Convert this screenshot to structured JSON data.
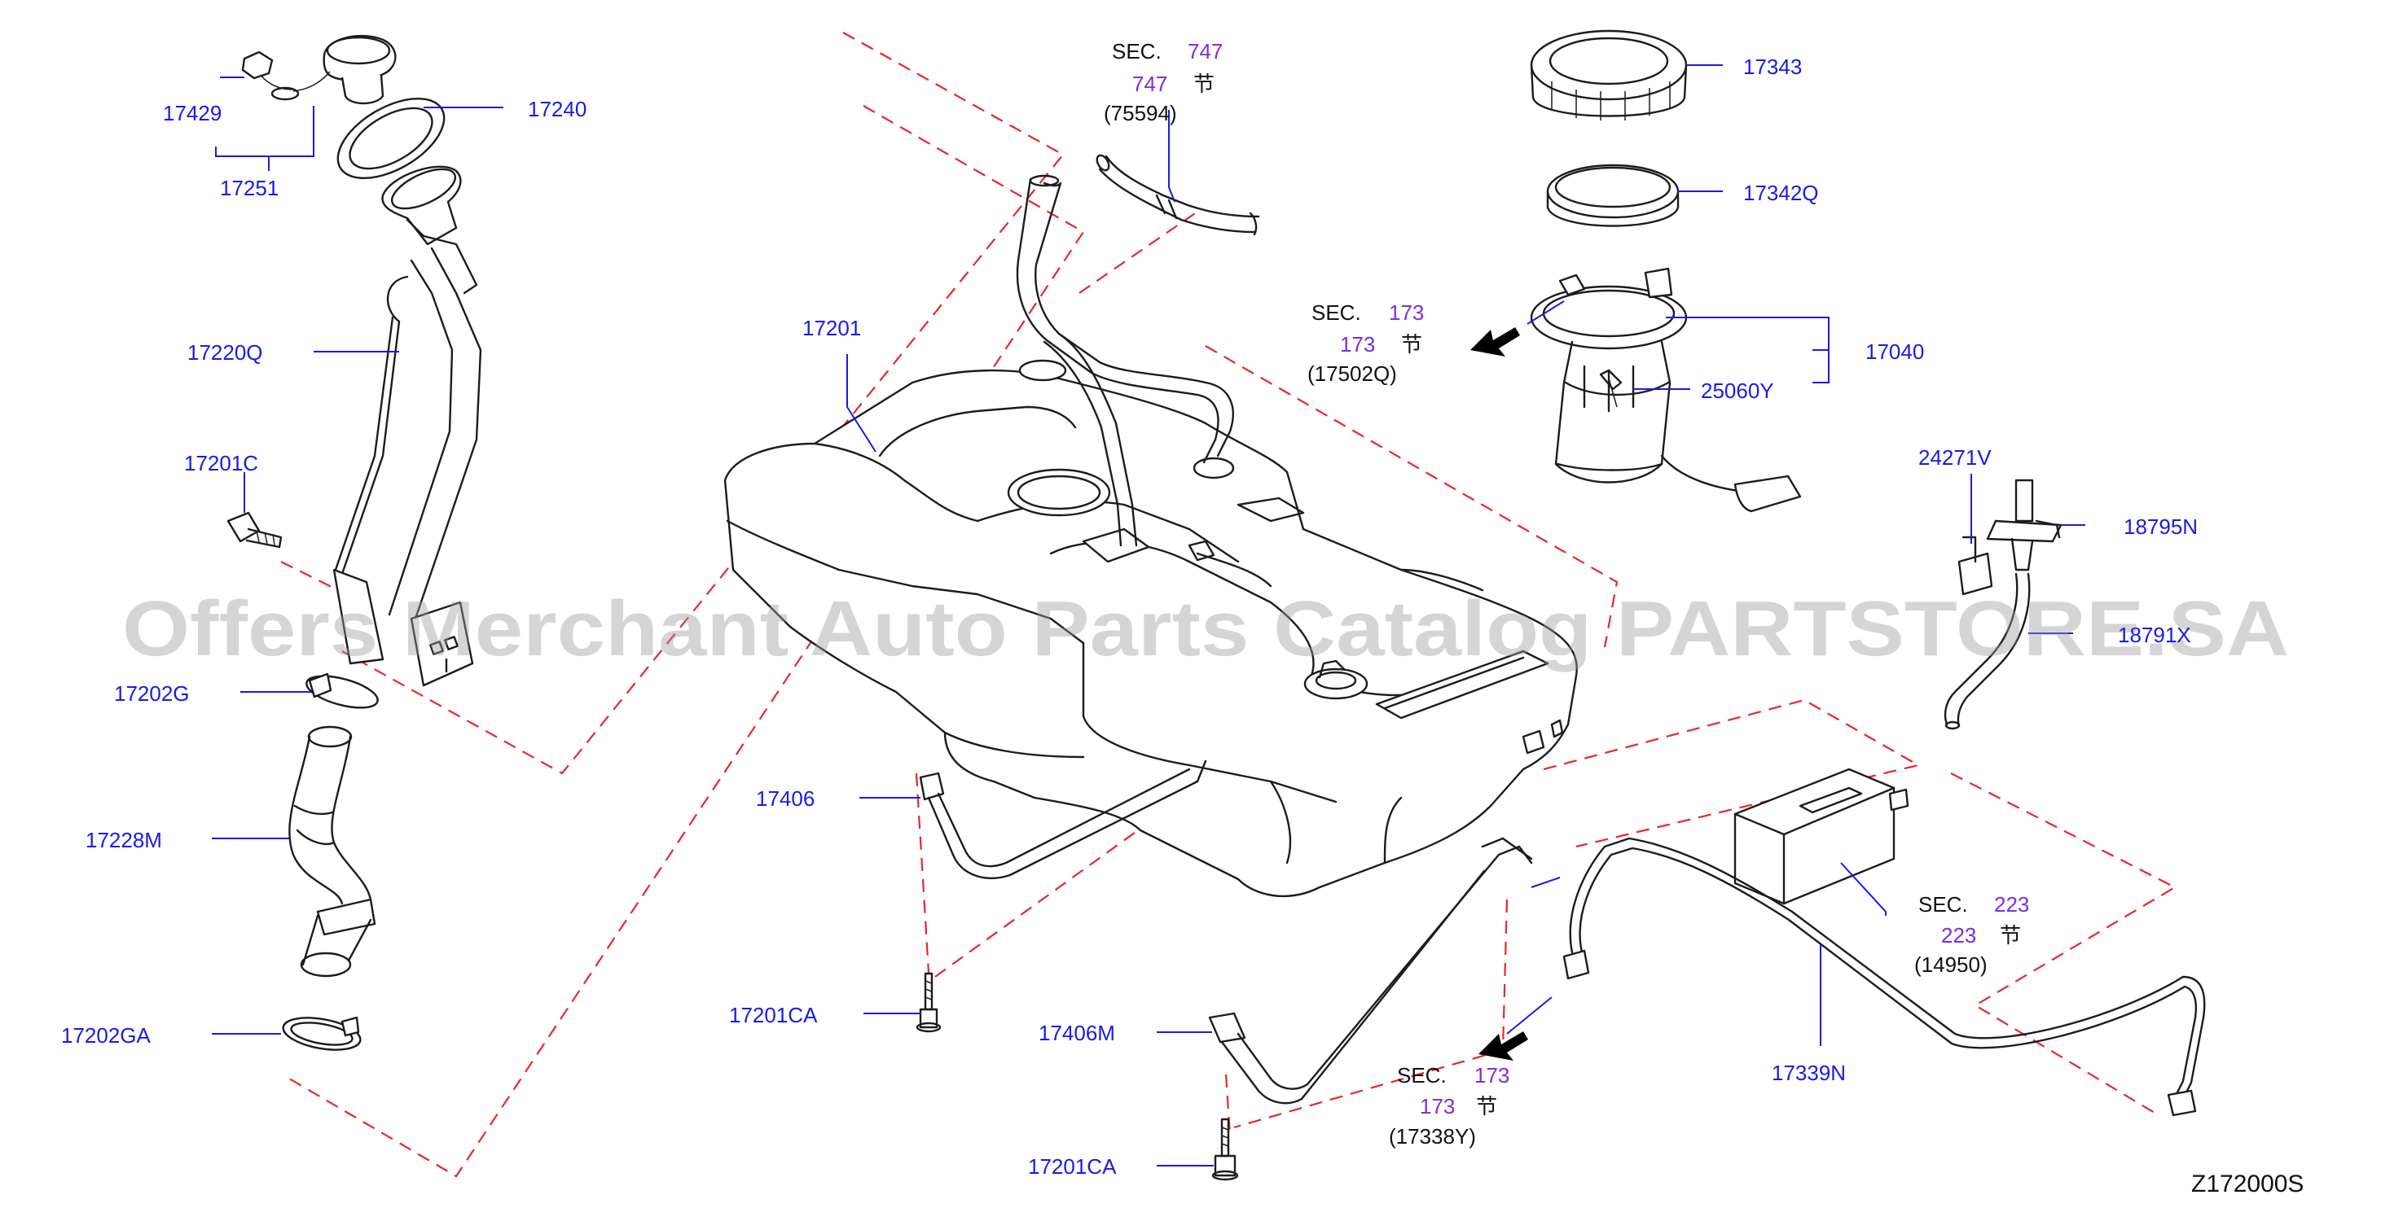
{
  "diagram": {
    "figure_code": "Z172000S",
    "watermark": "Offers Merchant Auto Parts Catalog PARTSTORE.SA",
    "part_labels": {
      "p17429": "17429",
      "p17240": "17240",
      "p17251": "17251",
      "p17220Q": "17220Q",
      "p17201C": "17201C",
      "p17202G": "17202G",
      "p17228M": "17228M",
      "p17202GA": "17202GA",
      "p17201": "17201",
      "p17406": "17406",
      "p17201CA_1": "17201CA",
      "p17406M": "17406M",
      "p17201CA_2": "17201CA",
      "p17343": "17343",
      "p17342Q": "17342Q",
      "p17040": "17040",
      "p25060Y": "25060Y",
      "p24271V": "24271V",
      "p18795N": "18795N",
      "p18791X": "18791X",
      "p17339N": "17339N"
    },
    "section_refs": [
      {
        "id": "sec747",
        "prefix": "SEC.",
        "number": "747",
        "suffix": "节",
        "part": "(75594)"
      },
      {
        "id": "sec173a",
        "prefix": "SEC.",
        "number": "173",
        "suffix": "节",
        "part": "(17502Q)"
      },
      {
        "id": "sec223",
        "prefix": "SEC.",
        "number": "223",
        "suffix": "节",
        "part": "(14950)"
      },
      {
        "id": "sec173b",
        "prefix": "SEC.",
        "number": "173",
        "suffix": "节",
        "part": "(17338Y)"
      }
    ]
  },
  "colors": {
    "label": "#1a1ae6",
    "section_number": "#7b2ee0",
    "dashed_boundary": "#e8262b",
    "line_art": "#1c1c1c",
    "watermark": "#9a9a9a"
  }
}
